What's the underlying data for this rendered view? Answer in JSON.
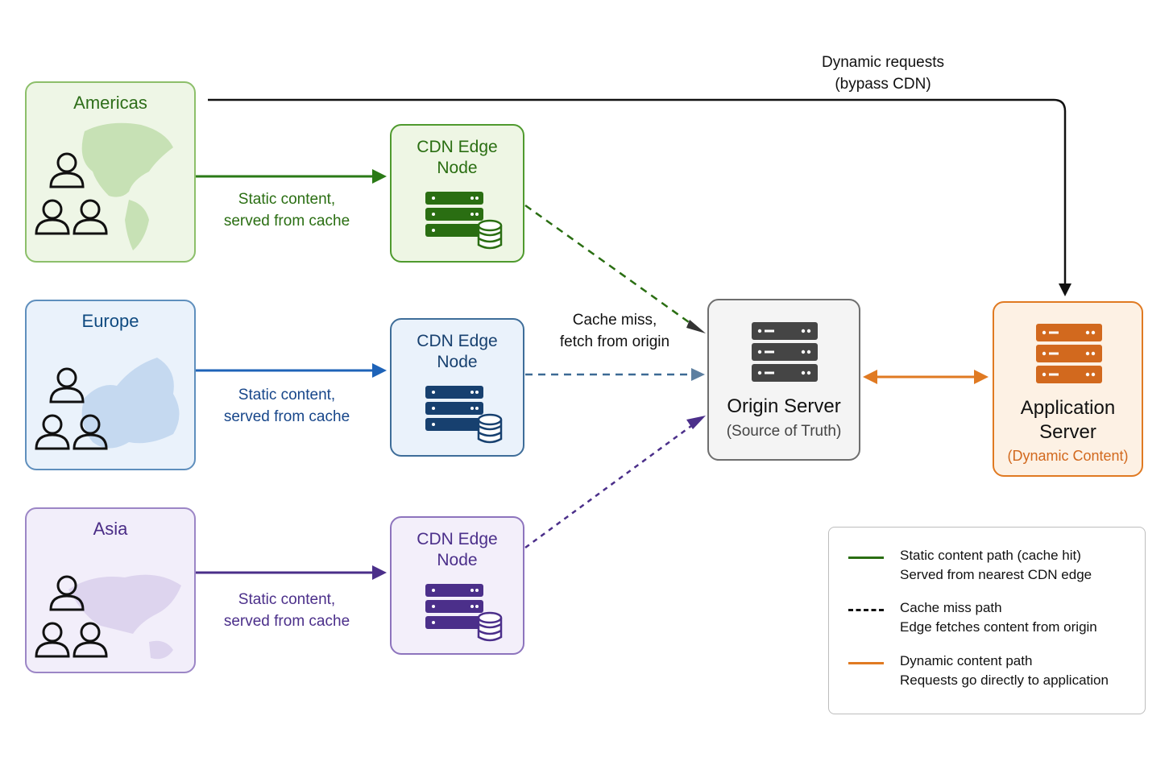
{
  "regions": [
    {
      "name": "Americas",
      "color": "#2e6e1a",
      "fill": "#eef6e6",
      "border": "#8cbf6a"
    },
    {
      "name": "Europe",
      "color": "#0f4a80",
      "fill": "#eaf2fb",
      "border": "#5f8fbd"
    },
    {
      "name": "Asia",
      "color": "#4a2c86",
      "fill": "#f2eefa",
      "border": "#9c86c6"
    }
  ],
  "edge_nodes": [
    {
      "title_line1": "CDN Edge",
      "title_line2": "Node",
      "color": "#2a6e12",
      "fill": "#eef6e4",
      "border": "#4f9a2e"
    },
    {
      "title_line1": "CDN Edge",
      "title_line2": "Node",
      "color": "#17406f",
      "fill": "#eaf2fb",
      "border": "#3e6d99"
    },
    {
      "title_line1": "CDN Edge",
      "title_line2": "Node",
      "color": "#4b2f8a",
      "fill": "#f3effa",
      "border": "#8d74bd"
    }
  ],
  "static_labels": [
    {
      "line1": "Static content,",
      "line2": "served from cache",
      "color": "#2a6e12"
    },
    {
      "line1": "Static content,",
      "line2": "served from cache",
      "color": "#17468a"
    },
    {
      "line1": "Static content,",
      "line2": "served from cache",
      "color": "#4b2f8a"
    }
  ],
  "dynamic_label": {
    "line1": "Dynamic requests",
    "line2": "(bypass CDN)"
  },
  "cache_miss_label": {
    "line1": "Cache miss,",
    "line2": "fetch from origin"
  },
  "origin": {
    "title": "Origin Server",
    "subtitle": "(Source of Truth)",
    "icon_color": "#454545"
  },
  "app_server": {
    "title_line1": "Application",
    "title_line2": "Server",
    "subtitle": "(Dynamic Content)",
    "color": "#d2691e"
  },
  "legend": [
    {
      "title": "Static content path (cache hit)",
      "desc": "Served from nearest CDN edge",
      "style": "solid",
      "color": "#2a6e12"
    },
    {
      "title": "Cache miss path",
      "desc": "Edge fetches content from origin",
      "style": "dashed",
      "color": "#111111"
    },
    {
      "title": "Dynamic content path",
      "desc": "Requests go directly to application",
      "style": "solid",
      "color": "#e07a22"
    }
  ],
  "icons": [
    "users-icon",
    "world-map-icon",
    "server-stack-icon",
    "database-icon"
  ]
}
